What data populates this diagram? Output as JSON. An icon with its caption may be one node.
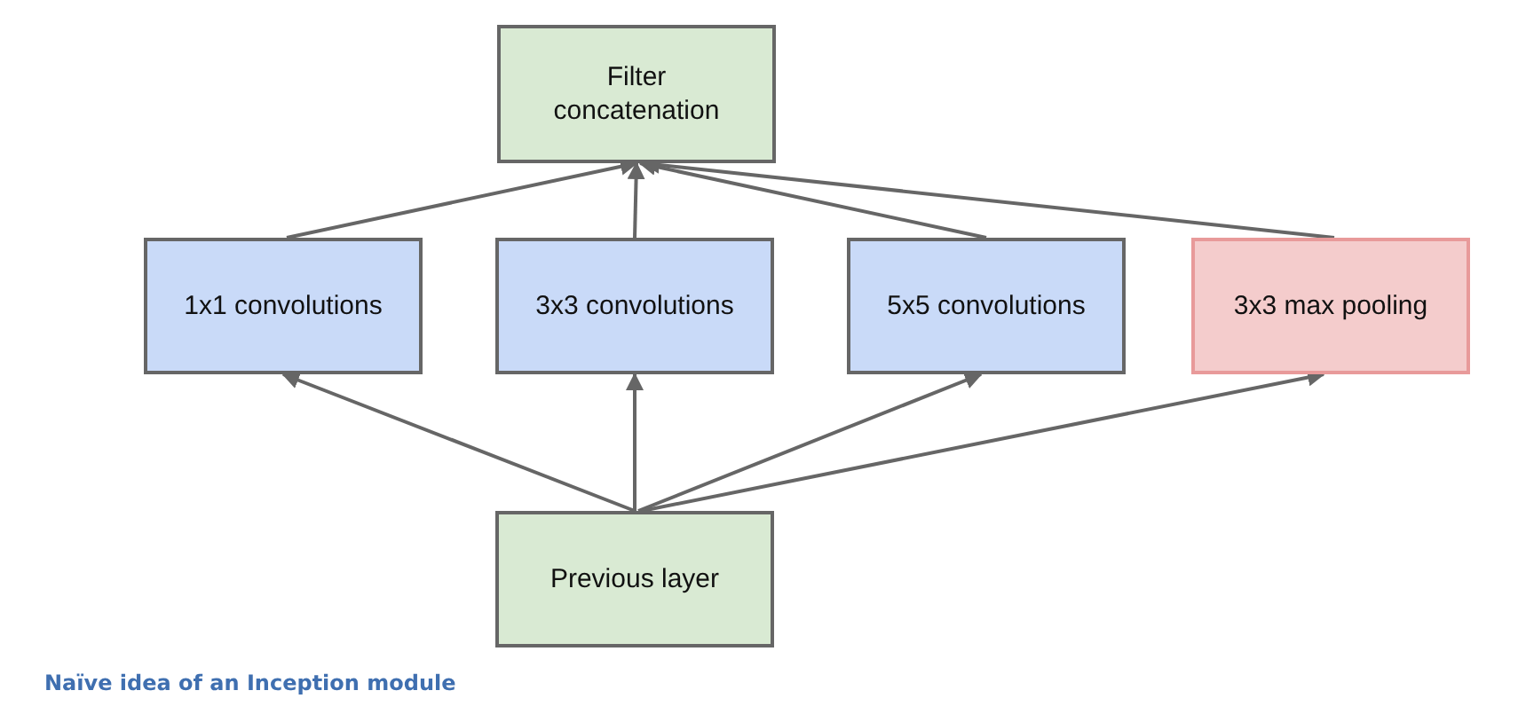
{
  "diagram": {
    "caption": "Naïve idea of an Inception module",
    "nodes": [
      {
        "text": [
          "Filter concatenation"
        ]
      },
      {
        "text": [
          "1x1 convolutions"
        ]
      },
      {
        "text": [
          "3x3 convolutions"
        ]
      },
      {
        "text": [
          "5x5 convolutions"
        ]
      },
      {
        "text": [
          "3x3 max pooling"
        ]
      },
      {
        "text": [
          "Previous layer"
        ]
      }
    ],
    "edges": [
      {
        "from": 1,
        "to": 0,
        "arrow": "to"
      },
      {
        "from": 2,
        "to": 0,
        "arrow": "to"
      },
      {
        "from": 3,
        "to": 0,
        "arrow": "to"
      },
      {
        "from": 4,
        "to": 0,
        "arrow": "to"
      },
      {
        "from": 5,
        "to": 1,
        "arrow": "to"
      },
      {
        "from": 5,
        "to": 2,
        "arrow": "to"
      },
      {
        "from": 5,
        "to": 3,
        "arrow": "to"
      },
      {
        "from": 5,
        "to": 4,
        "arrow": "to"
      }
    ]
  }
}
